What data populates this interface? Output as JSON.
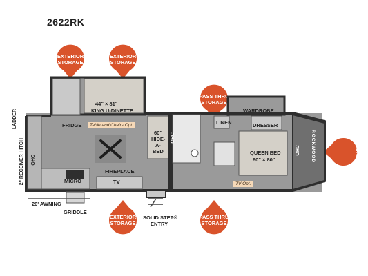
{
  "model": "2622RK",
  "badges": {
    "ext_storage_top1": "EXTERIOR\nSTORAGE",
    "ext_storage_top2": "EXTERIOR\nSTORAGE",
    "pass_thru_top": "PASS THRU\nSTORAGE",
    "ext_storage_bottom": "EXTERIOR\nSTORAGE",
    "pass_thru_bottom": "PASS THRU\nSTORAGE",
    "ext_storage_right": "EXTERIOR\nSTORAGE"
  },
  "labels": {
    "ladder": "LADDER",
    "receiver_hitch": "2\" RECEIVER HITCH",
    "fridge": "FRIDGE",
    "dinette_size": "44\" × 81\"",
    "dinette": "KING U-DINETTE",
    "table_opt": "Table and Chairs Opt.",
    "hide_bed_size": "60\"",
    "hide_bed_1": "HIDE-",
    "hide_bed_2": "A-",
    "hide_bed_3": "BED",
    "ohc_left": "OHC",
    "ohc_mid": "OHC",
    "ohc_right": "OHC",
    "linen": "LINEN",
    "wardrobe": "WARDROBE",
    "dresser": "DRESSER",
    "queen_bed": "QUEEN BED",
    "queen_bed_size": "60\" × 80\"",
    "fireplace": "FIREPLACE",
    "micro": "MICRO",
    "tv": "TV",
    "tv_opt": "TV Opt.",
    "awning": "20' AWNING",
    "griddle": "GRIDDLE",
    "solid_step_1": "SOLID STEP®",
    "solid_step_2": "ENTRY",
    "brand": "ROCKWOOD"
  },
  "colors": {
    "badge_orange": "#d9532b",
    "floor_gray": "#8d8d8d",
    "wall_dark": "#3a3a3a"
  }
}
